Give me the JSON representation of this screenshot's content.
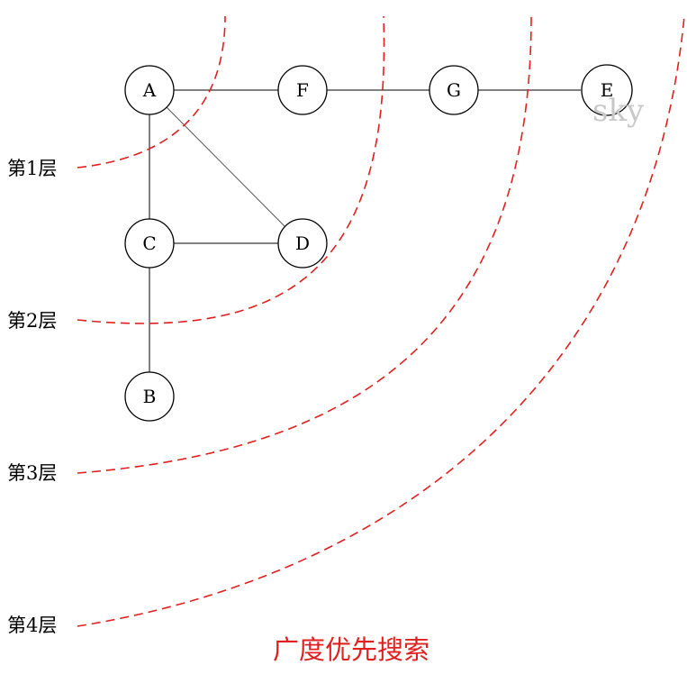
{
  "diagram": {
    "caption": "广度优先搜索",
    "watermark": "sky",
    "nodes": [
      {
        "id": "A",
        "label": "A"
      },
      {
        "id": "F",
        "label": "F"
      },
      {
        "id": "G",
        "label": "G"
      },
      {
        "id": "E",
        "label": "E"
      },
      {
        "id": "C",
        "label": "C"
      },
      {
        "id": "D",
        "label": "D"
      },
      {
        "id": "B",
        "label": "B"
      }
    ],
    "edges": [
      {
        "from": "A",
        "to": "F"
      },
      {
        "from": "F",
        "to": "G"
      },
      {
        "from": "G",
        "to": "E"
      },
      {
        "from": "A",
        "to": "C"
      },
      {
        "from": "A",
        "to": "D"
      },
      {
        "from": "C",
        "to": "D"
      },
      {
        "from": "C",
        "to": "B"
      }
    ],
    "layers": [
      {
        "label": "第1层"
      },
      {
        "label": "第2层"
      },
      {
        "label": "第3层"
      },
      {
        "label": "第4层"
      }
    ],
    "colors": {
      "layer_line": "#e02020",
      "caption": "#e02020",
      "node_stroke": "#000000",
      "watermark": "#c8c8c8"
    }
  }
}
